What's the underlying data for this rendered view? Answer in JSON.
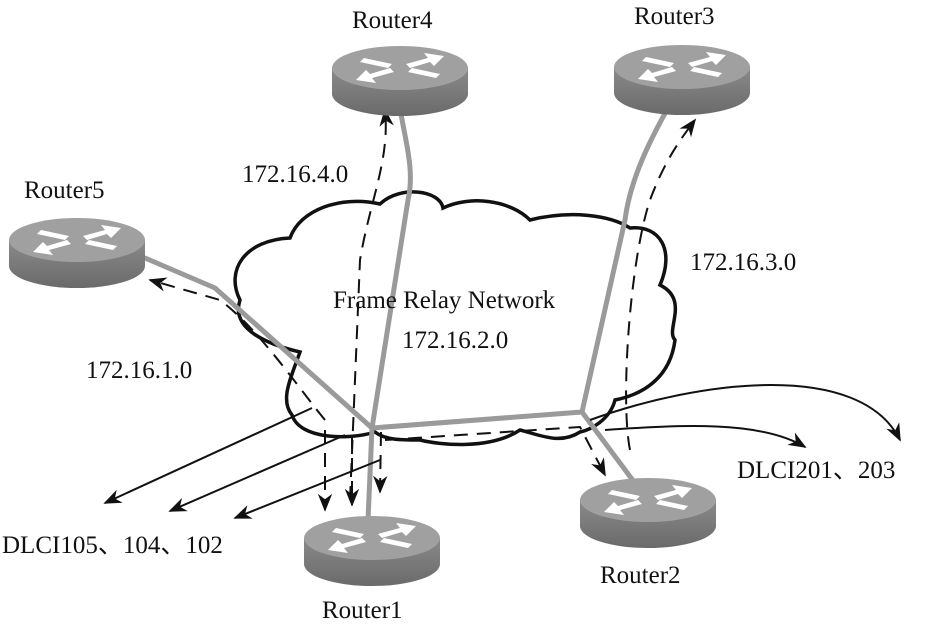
{
  "title": "Frame Relay hub-and-spoke network",
  "cloud": {
    "label": "Frame Relay Network",
    "subnet": "172.16.2.0"
  },
  "routers": [
    {
      "id": "router1",
      "label": "Router1"
    },
    {
      "id": "router2",
      "label": "Router2"
    },
    {
      "id": "router3",
      "label": "Router3"
    },
    {
      "id": "router4",
      "label": "Router4"
    },
    {
      "id": "router5",
      "label": "Router5"
    }
  ],
  "subnets": {
    "r5": "172.16.1.0",
    "r4": "172.16.4.0",
    "r3": "172.16.3.0"
  },
  "dlci_labels": {
    "router1": "DLCI105、104、102",
    "router2": "DLCI201、203"
  },
  "colors": {
    "pvc_line": "#9a9a9a",
    "router_top": "#9e9e9e",
    "router_side": "#7a7a7a",
    "ink": "#111111"
  }
}
